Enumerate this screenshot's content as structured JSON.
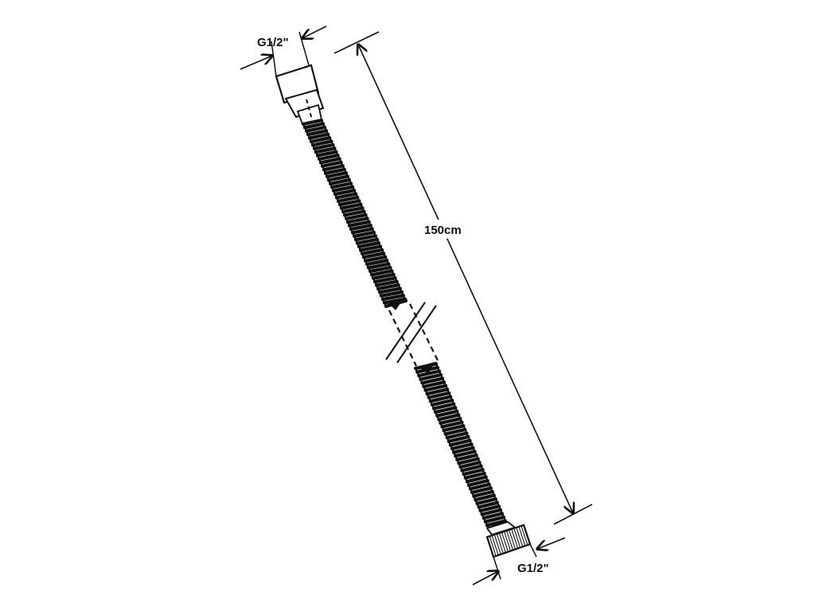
{
  "diagram": {
    "top_fitting_label": "G1/2\"",
    "bottom_fitting_label": "G1/2\"",
    "length_label": "150cm"
  },
  "colors": {
    "line": "#111111",
    "background": "#ffffff",
    "fitting_fill": "#ffffff"
  }
}
